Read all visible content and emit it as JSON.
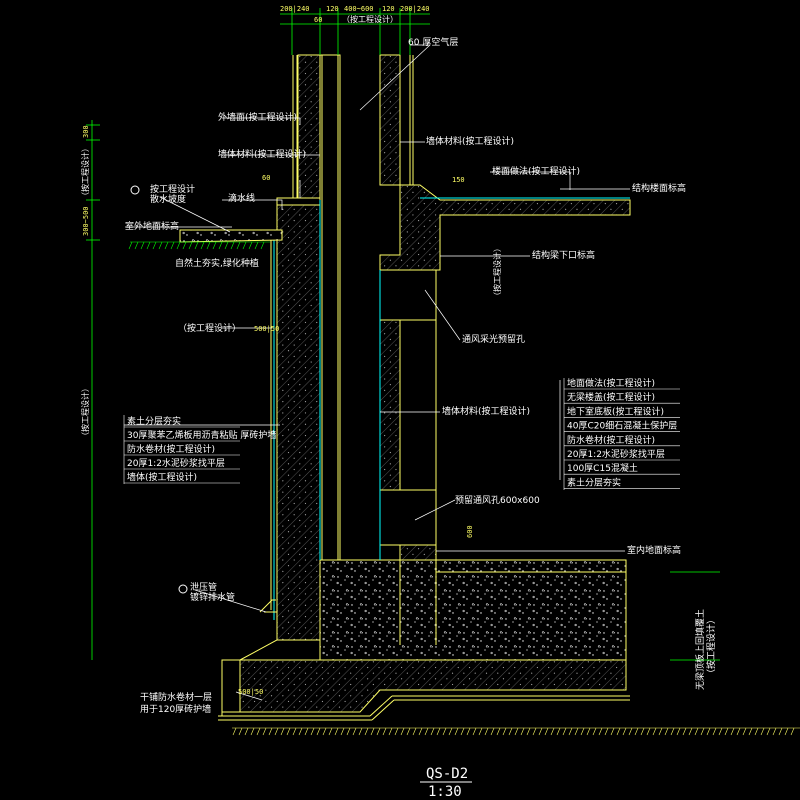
{
  "drawing": {
    "title": "QS-D2",
    "scale": "1:30",
    "colors": {
      "background": "#000000",
      "structure": "#ffff66",
      "dimension": "#00ff00",
      "insulation": "#00ffff",
      "text": "#ffffff",
      "leader": "#ffffff"
    }
  },
  "top_dims": {
    "d1": "200|240",
    "d2": "60",
    "d3": "120",
    "d4": "400~600",
    "d5": "120",
    "d6": "200|240",
    "mid_note": "（按工程设计）"
  },
  "left_dims": {
    "d1": "300",
    "d2": "（按工程设计）",
    "d3": "300~500",
    "d4": "（按工程设计）"
  },
  "labels": {
    "air_layer": "60 厚空气层",
    "outer_wall": "外墙面(按工程设计)",
    "wall_material_1": "墙体材料(按工程设计)",
    "wall_material_2": "墙体材料(按工程设计)",
    "wall_material_3": "墙体材料(按工程设计)",
    "drip": "滴水线",
    "parapet_note_1": "按工程设计",
    "parapet_note_2": "散水坡度",
    "dim_60": "60",
    "dim_150a": "150",
    "floor_finish": "楼面做法(按工程设计)",
    "struct_floor_level": "结构楼面标高",
    "struct_beam_bottom": "结构梁下口标高",
    "beam_note": "（按工程设计）",
    "outdoor_level": "室外地面标高",
    "native_soil": "自然土夯实,绿化种植",
    "design_note": "（按工程设计）",
    "dim_500": "500|50",
    "vent_hole": "通风采光预留孔",
    "vent_hole_2": "预留通风孔600x600",
    "dim_600": "600",
    "indoor_level": "室内地面标高",
    "drain_note_1": "泄压管",
    "drain_note_2": "镀锌排水管",
    "dim_500b": "500|50",
    "waterproof_1": "干铺防水卷材一层",
    "waterproof_2": "用于120厚砖护墙",
    "side_note": "（按工程设计）"
  },
  "left_layers": [
    "素土分层夯实",
    "30厚聚苯乙烯板用沥青粘贴 厚砖护墙",
    "防水卷材(按工程设计)",
    "20厚1:2水泥砂浆找平层",
    "墙体(按工程设计)"
  ],
  "right_layers": [
    "地面做法(按工程设计)",
    "无梁楼盖(按工程设计)",
    "地下室底板(按工程设计)",
    "40厚C20细石混凝土保护层",
    "防水卷材(按工程设计)",
    "20厚1:2水泥砂浆找平层",
    "100厚C15混凝土",
    "素土分层夯实"
  ],
  "right_vertical": [
    "无梁顶板上回填覆土",
    "（按工程设计）"
  ]
}
